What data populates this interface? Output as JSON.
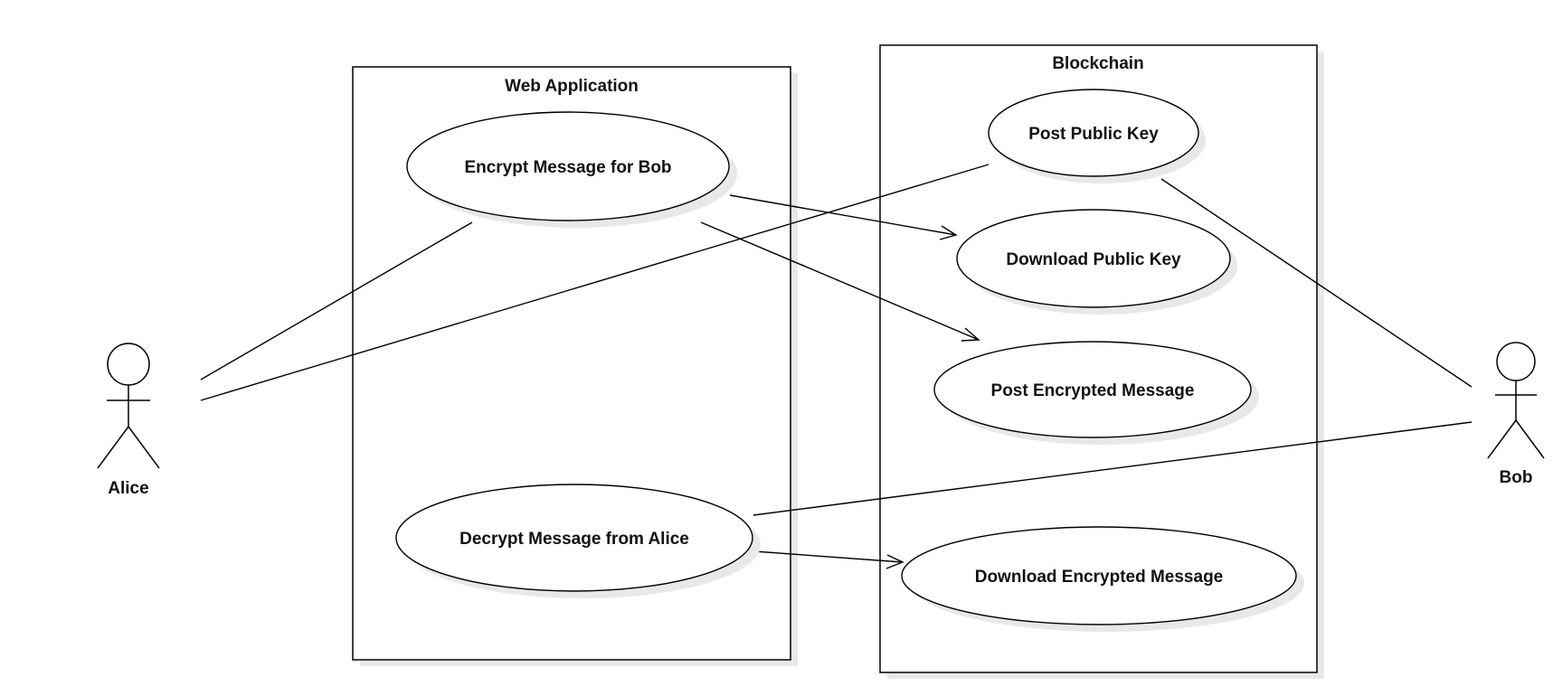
{
  "diagram": {
    "type": "uml-use-case",
    "systems": {
      "web": {
        "title": "Web Application"
      },
      "chain": {
        "title": "Blockchain"
      }
    },
    "use_cases": {
      "encrypt": "Encrypt Message for Bob",
      "decrypt": "Decrypt Message from Alice",
      "post_key": "Post Public Key",
      "download_key": "Download Public Key",
      "post_msg": "Post Encrypted Message",
      "download_msg": "Download Encrypted Message"
    },
    "actors": {
      "alice": "Alice",
      "bob": "Bob"
    },
    "relations": [
      {
        "from": "Alice",
        "to": "Encrypt Message for Bob",
        "kind": "association"
      },
      {
        "from": "Alice",
        "to": "Post Public Key",
        "kind": "association"
      },
      {
        "from": "Bob",
        "to": "Post Public Key",
        "kind": "association"
      },
      {
        "from": "Bob",
        "to": "Decrypt Message from Alice",
        "kind": "association"
      },
      {
        "from": "Encrypt Message for Bob",
        "to": "Download Public Key",
        "kind": "arrow"
      },
      {
        "from": "Encrypt Message for Bob",
        "to": "Post Encrypted Message",
        "kind": "arrow"
      },
      {
        "from": "Decrypt Message from Alice",
        "to": "Download Encrypted Message",
        "kind": "arrow"
      }
    ]
  }
}
